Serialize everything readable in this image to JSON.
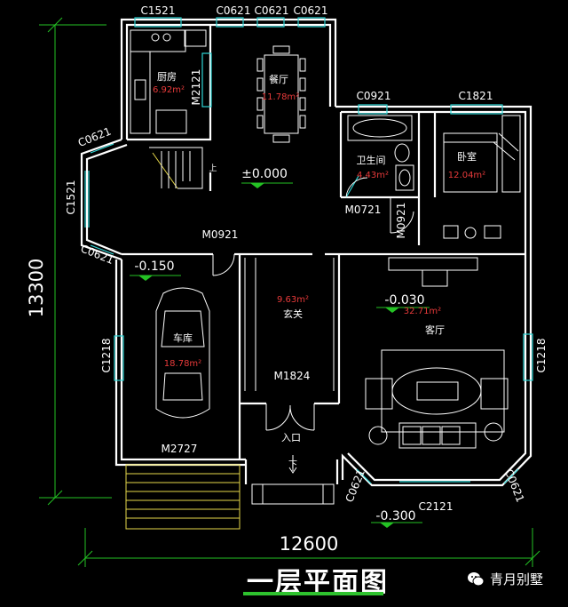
{
  "dimensions": {
    "height": "13300",
    "width": "12600"
  },
  "windows": {
    "c1521_top": "C1521",
    "c0621_1": "C0621",
    "c0621_2": "C0621",
    "c0621_3": "C0621",
    "c0921_top": "C0921",
    "c1821": "C1821",
    "c0621_left_upper": "C0621",
    "c1521_left": "C1521",
    "c0621_left_lower": "C0621",
    "c1218_left": "C1218",
    "c1218_right": "C1218",
    "c0621_bottom_left": "C0621",
    "c2121": "C2121",
    "c0621_bottom_right": "C0621"
  },
  "doors": {
    "m2121": "M2121",
    "m0721": "M0721",
    "m0921_bath": "M0921",
    "m0921_garage": "M0921",
    "m1824": "M1824",
    "m2727": "M2727"
  },
  "rooms": {
    "kitchen": {
      "name": "厨房",
      "area": "6.92m²"
    },
    "dining": {
      "name": "餐厅",
      "area": "11.78m²"
    },
    "bathroom": {
      "name": "卫生间",
      "area": "4.43m²"
    },
    "bedroom": {
      "name": "卧室",
      "area": "12.04m²"
    },
    "foyer": {
      "name": "玄关",
      "area": "9.63m²"
    },
    "living": {
      "name": "客厅",
      "area": "32.71m²"
    },
    "garage": {
      "name": "车库",
      "area": "18.78m²"
    }
  },
  "levels": {
    "floor": "±0.000",
    "garage": "-0.150",
    "living": "-0.030",
    "outside": "-0.300"
  },
  "labels": {
    "entrance": "入口",
    "down": "下",
    "stair_up": "上"
  },
  "title": "一层平面图",
  "brand": "青月别墅",
  "colors": {
    "background": "#000000",
    "walls": "#ffffff",
    "windows": "#2fd6d6",
    "dimension_lines": "#24c224",
    "area_text": "#e83a3a",
    "steps": "#e6d84a"
  }
}
